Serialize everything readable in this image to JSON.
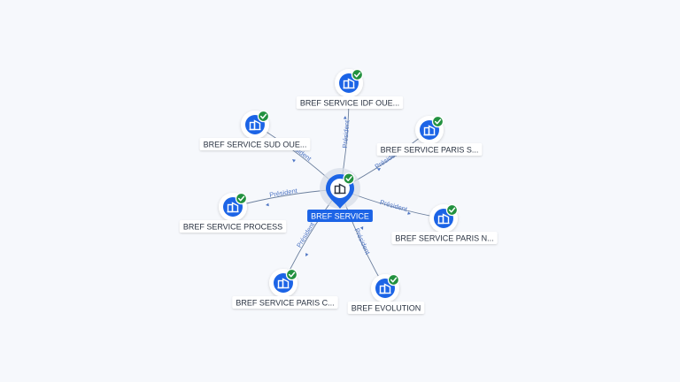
{
  "graph": {
    "center": {
      "label": "BREF SERVICE",
      "verified": true
    },
    "edge_label": "Président",
    "colors": {
      "background": "#f6f8fc",
      "node_blue": "#1c64e6",
      "check_green": "#22913f",
      "edge": "#6b7f9d",
      "edge_label": "#4f76c4",
      "label_text": "#2a3342",
      "center_label_bg": "#1c64e6"
    },
    "nodes": [
      {
        "id": "idf",
        "label": "BREF SERVICE IDF OUE...",
        "icon": "company-icon",
        "verified": true
      },
      {
        "id": "paris-s",
        "label": "BREF SERVICE PARIS S...",
        "icon": "company-icon",
        "verified": true
      },
      {
        "id": "paris-n",
        "label": "BREF SERVICE PARIS N...",
        "icon": "company-icon",
        "verified": true
      },
      {
        "id": "evolution",
        "label": "BREF EVOLUTION",
        "icon": "company-icon",
        "verified": true
      },
      {
        "id": "paris-c",
        "label": "BREF SERVICE PARIS C...",
        "icon": "company-icon",
        "verified": true
      },
      {
        "id": "process",
        "label": "BREF SERVICE PROCESS",
        "icon": "company-icon",
        "verified": true
      },
      {
        "id": "sud",
        "label": "BREF SERVICE SUD OUE...",
        "icon": "company-icon",
        "verified": true
      }
    ]
  }
}
